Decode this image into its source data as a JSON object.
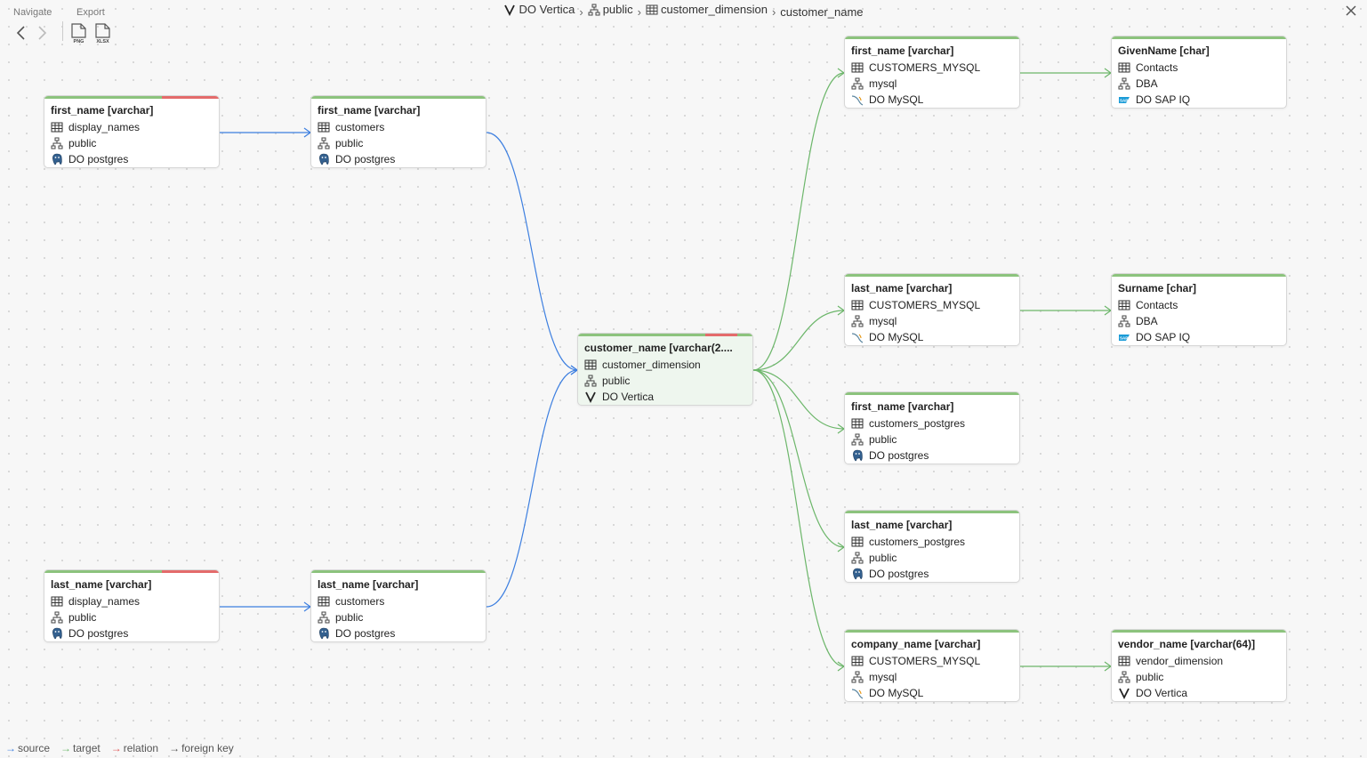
{
  "toolbar": {
    "navigate_label": "Navigate",
    "export_label": "Export",
    "png_label": "PNG",
    "xlsx_label": "XLSX"
  },
  "breadcrumb": [
    "DO Vertica",
    "public",
    "customer_dimension",
    "customer_name"
  ],
  "colors": {
    "source": "#3d7fe0",
    "target": "#6cb66a",
    "relation": "#e05555",
    "foreign_key": "#555555",
    "bar_green": "#8cc37d",
    "bar_red": "#e46b6b"
  },
  "nodes": [
    {
      "title": "first_name [varchar]",
      "table": "display_names",
      "schema": "public",
      "database": "DO postgres",
      "db_icon": "postgres-icon",
      "red_bar": true
    },
    {
      "title": "first_name [varchar]",
      "table": "customers",
      "schema": "public",
      "database": "DO postgres",
      "db_icon": "postgres-icon",
      "red_bar": false
    },
    {
      "title": "last_name [varchar]",
      "table": "display_names",
      "schema": "public",
      "database": "DO postgres",
      "db_icon": "postgres-icon",
      "red_bar": true
    },
    {
      "title": "last_name [varchar]",
      "table": "customers",
      "schema": "public",
      "database": "DO postgres",
      "db_icon": "postgres-icon",
      "red_bar": false
    },
    {
      "title": "customer_name [varchar(2....",
      "table": "customer_dimension",
      "schema": "public",
      "database": "DO Vertica",
      "db_icon": "vertica-icon",
      "red_bar": true,
      "selected": true
    },
    {
      "title": "first_name [varchar]",
      "table": "CUSTOMERS_MYSQL",
      "schema": "mysql",
      "database": "DO MySQL",
      "db_icon": "mysql-icon",
      "red_bar": false
    },
    {
      "title": "last_name [varchar]",
      "table": "CUSTOMERS_MYSQL",
      "schema": "mysql",
      "database": "DO MySQL",
      "db_icon": "mysql-icon",
      "red_bar": false
    },
    {
      "title": "first_name [varchar]",
      "table": "customers_postgres",
      "schema": "public",
      "database": "DO postgres",
      "db_icon": "postgres-icon",
      "red_bar": false
    },
    {
      "title": "last_name [varchar]",
      "table": "customers_postgres",
      "schema": "public",
      "database": "DO postgres",
      "db_icon": "postgres-icon",
      "red_bar": false
    },
    {
      "title": "company_name [varchar]",
      "table": "CUSTOMERS_MYSQL",
      "schema": "mysql",
      "database": "DO MySQL",
      "db_icon": "mysql-icon",
      "red_bar": false
    },
    {
      "title": "GivenName [char]",
      "table": "Contacts",
      "schema": "DBA",
      "database": "DO SAP IQ",
      "db_icon": "sap-iq-icon",
      "red_bar": false
    },
    {
      "title": "Surname [char]",
      "table": "Contacts",
      "schema": "DBA",
      "database": "DO SAP IQ",
      "db_icon": "sap-iq-icon",
      "red_bar": false
    },
    {
      "title": "vendor_name [varchar(64)]",
      "table": "vendor_dimension",
      "schema": "public",
      "database": "DO Vertica",
      "db_icon": "vertica-icon",
      "red_bar": false
    }
  ],
  "legend": [
    "source",
    "target",
    "relation",
    "foreign key"
  ]
}
